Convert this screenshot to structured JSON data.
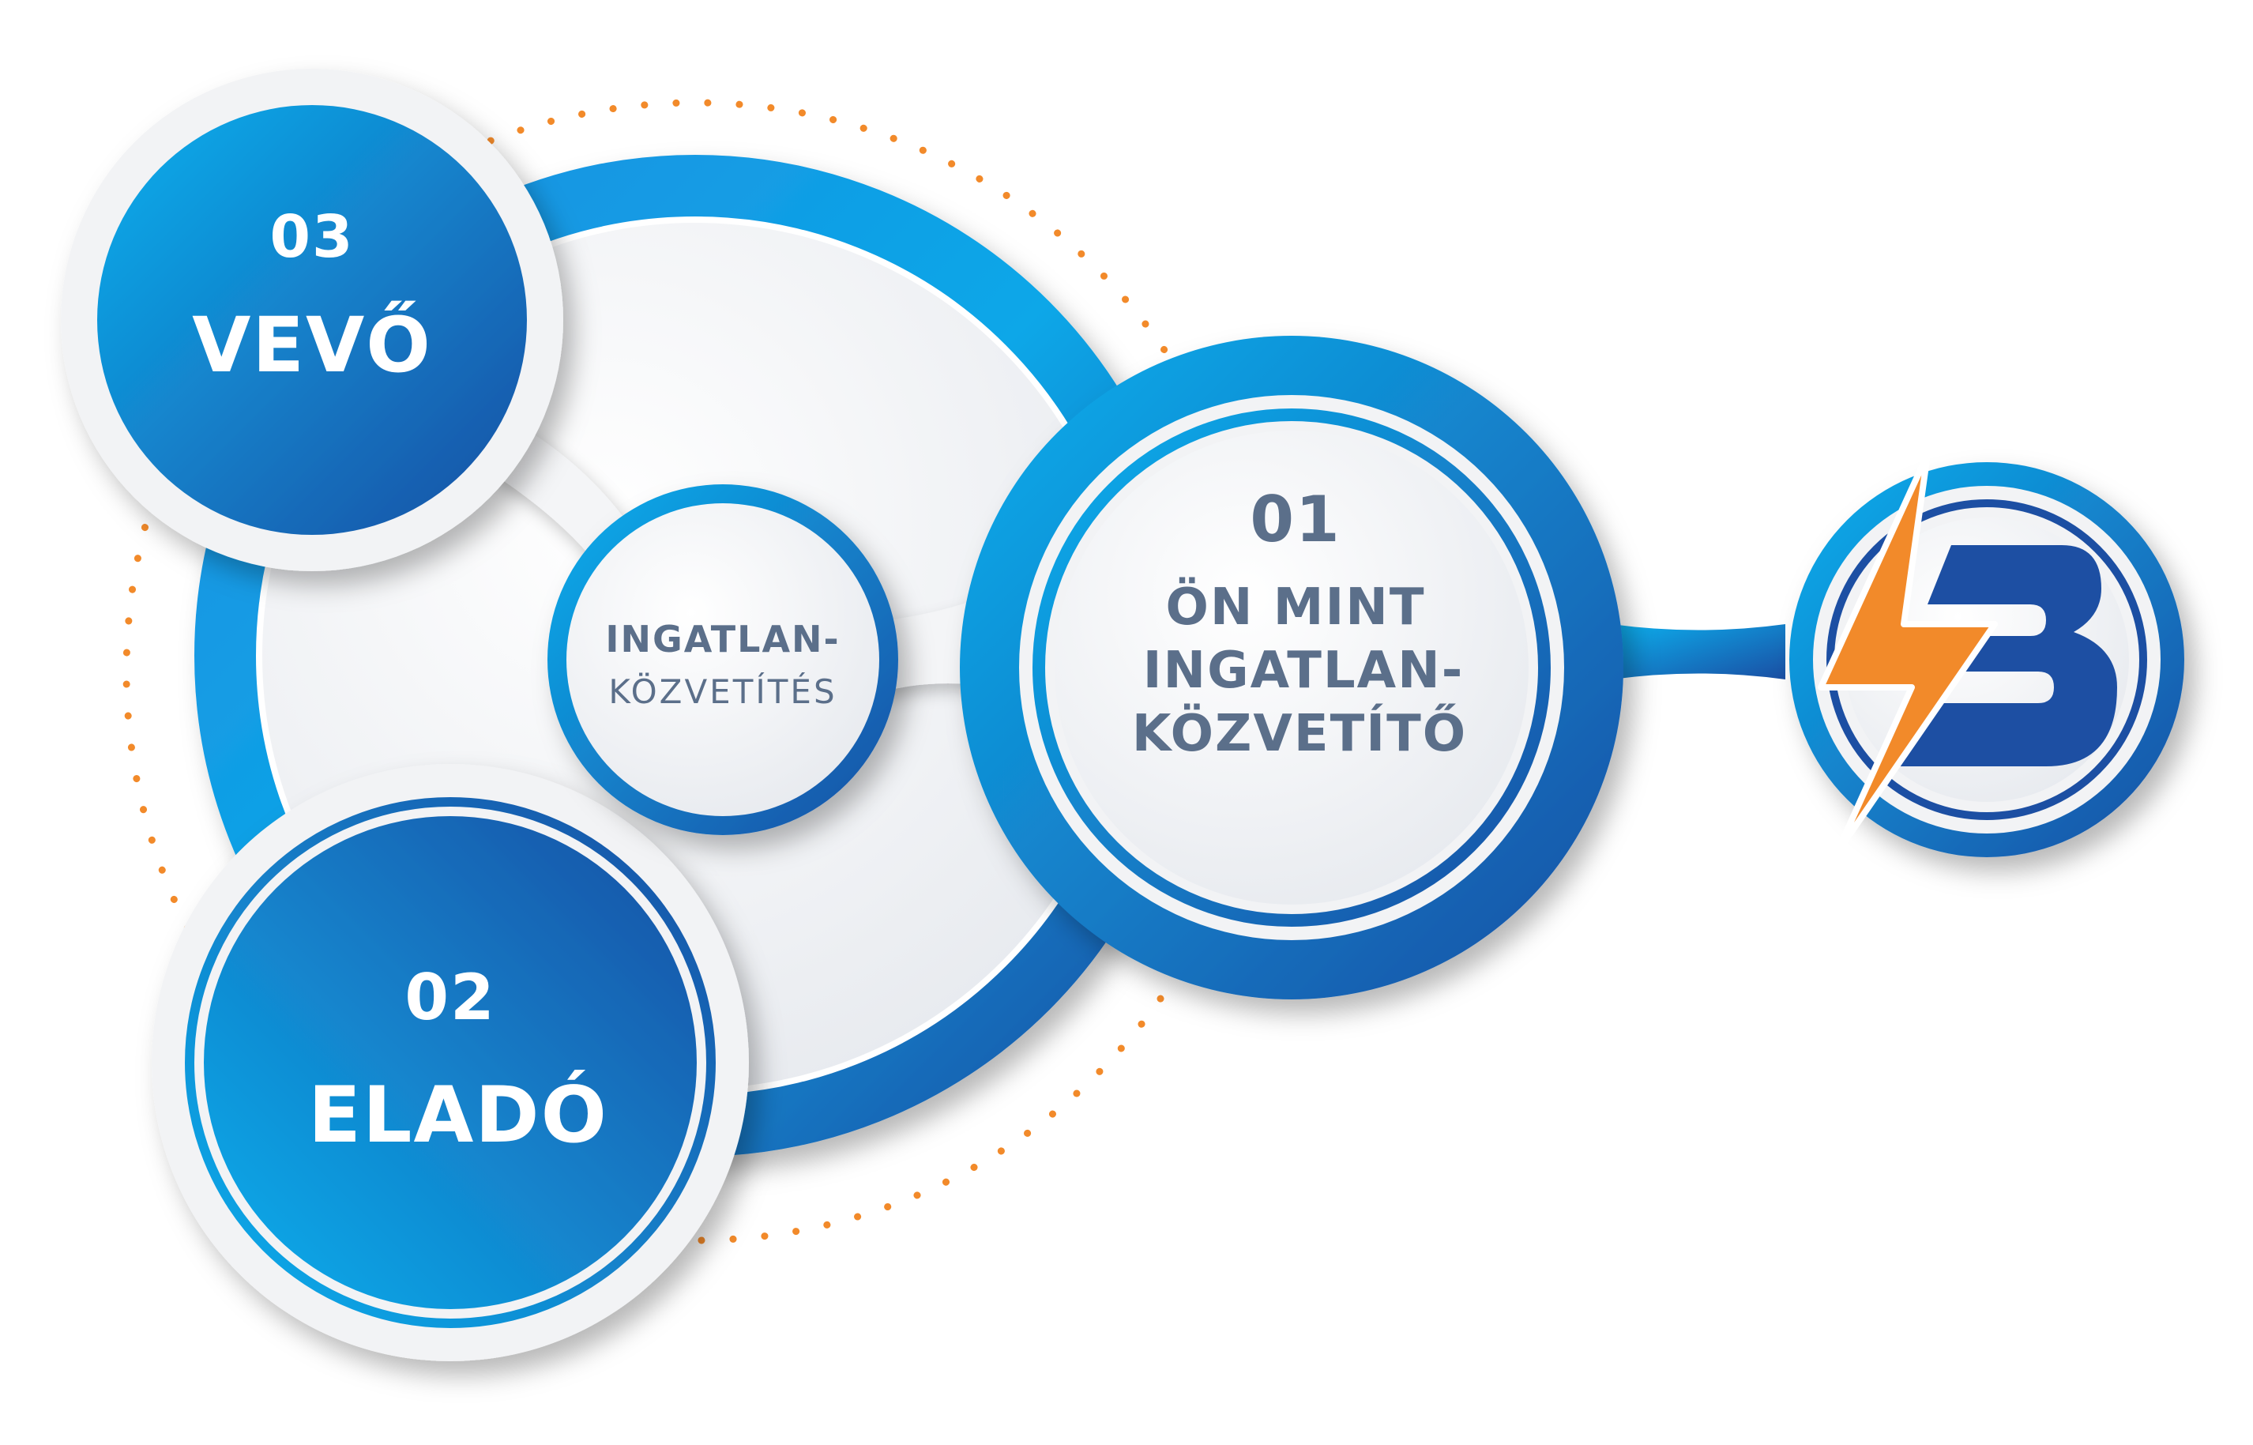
{
  "nodes": {
    "center": {
      "line1": "INGATLAN-",
      "line2": "KÖZVETÍTÉS"
    },
    "agent": {
      "number": "01",
      "line1": "ÖN MINT",
      "line2": "INGATLAN-",
      "line3": "KÖZVETÍTŐ"
    },
    "seller": {
      "number": "02",
      "label": "ELADÓ"
    },
    "buyer": {
      "number": "03",
      "label": "VEVŐ"
    }
  },
  "logo": {
    "name": "lightning-b-logo"
  },
  "colors": {
    "blue_light": "#0aa7e8",
    "blue_dark": "#1d4fa3",
    "orange": "#f28a2a",
    "text_gray": "#5b6f8a",
    "white": "#ffffff"
  }
}
